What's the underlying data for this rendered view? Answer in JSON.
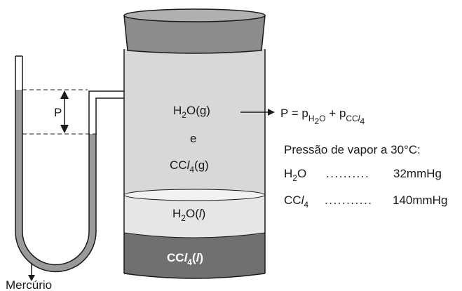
{
  "labels": {
    "mercury": "Mercúrio",
    "pressure_marker": "P",
    "vapor_species_1": "H",
    "vapor_species_1_sub": "2",
    "vapor_species_1_tail": "O(g)",
    "conjunction": "e",
    "vapor_species_2_head": "CC",
    "vapor_species_2_l": "l",
    "vapor_species_2_sub": "4",
    "vapor_species_2_tail": "(g)",
    "water_liquid_head": "H",
    "water_liquid_sub": "2",
    "water_liquid_mid": "O(",
    "water_liquid_l": "l",
    "water_liquid_tail": ")",
    "ccl4_liquid_head": "CC",
    "ccl4_liquid_l": "l",
    "ccl4_liquid_sub": "4",
    "ccl4_liquid_mid": "(",
    "ccl4_liquid_l2": "l",
    "ccl4_liquid_tail": ")"
  },
  "equation": {
    "lhs": "P = p",
    "sub1": "H",
    "sub1_2": "2",
    "sub1_3": "O",
    "plus": " + p",
    "sub2": "CC",
    "sub2_l": "l",
    "sub2_4": "4"
  },
  "vapor_pressure": {
    "heading": "Pressão de vapor a 30°C:",
    "rows": [
      {
        "head": "H",
        "sub": "2",
        "tail": "O",
        "dots": "..........",
        "value": "32mmHg"
      },
      {
        "head": "CC",
        "l": "l",
        "sub": "4",
        "tail": "",
        "dots": "...........",
        "value": "140mmHg"
      }
    ]
  },
  "colors": {
    "vapor": "#d8d8d8",
    "water_liquid": "#e6e6e6",
    "ccl4_liquid": "#707070",
    "mercury": "#9a9a9a",
    "lid": "#8c8c8c",
    "outline": "#1a1a1a"
  }
}
